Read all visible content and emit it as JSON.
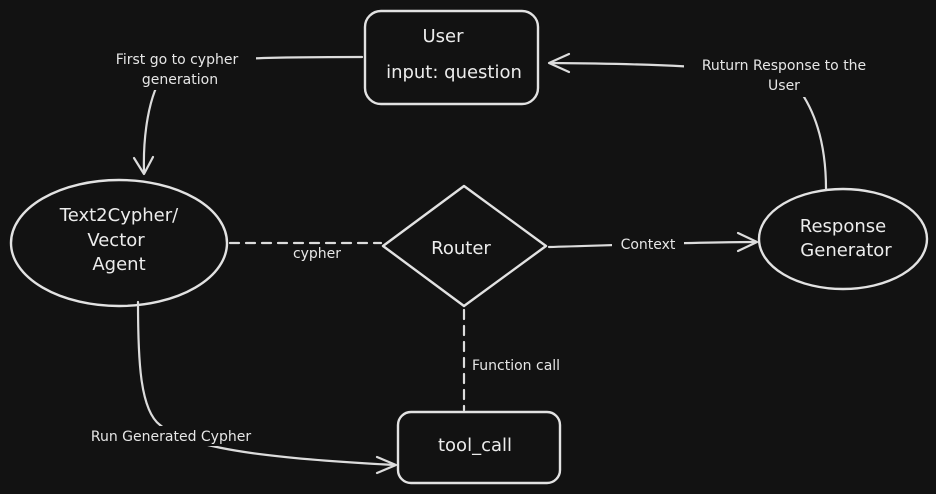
{
  "nodes": {
    "user": {
      "title": "User",
      "subtitle": "input: question"
    },
    "text2cypher": {
      "line1": "Text2Cypher/",
      "line2": "Vector",
      "line3": "Agent"
    },
    "router": {
      "label": "Router"
    },
    "response_generator": {
      "line1": "Response",
      "line2": "Generator"
    },
    "tool_call": {
      "label": "tool_call"
    }
  },
  "edges": {
    "user_to_agent": {
      "line1": "First go to cypher",
      "line2": "generation"
    },
    "agent_router": {
      "label": "cypher"
    },
    "router_to_response": {
      "label": "Context"
    },
    "response_to_user": {
      "line1": "Ruturn Response to the",
      "line2": "User"
    },
    "router_to_tool": {
      "label": "Function call"
    },
    "agent_to_tool": {
      "label": "Run Generated Cypher"
    }
  }
}
